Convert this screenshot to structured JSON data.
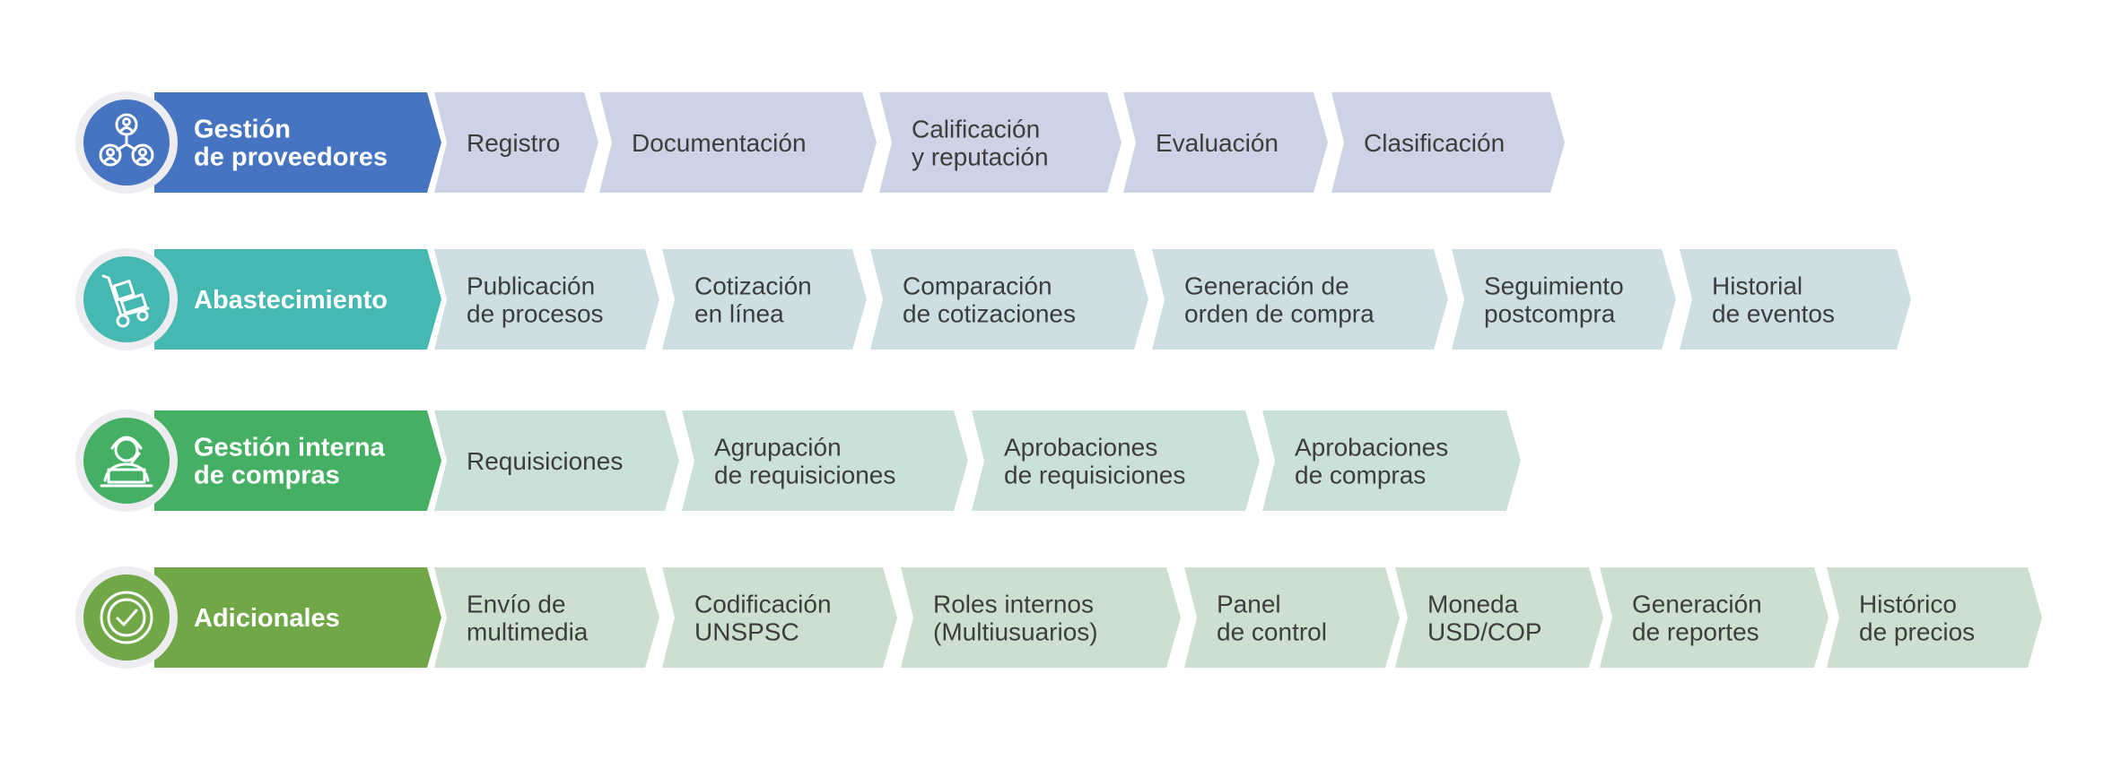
{
  "rows": [
    {
      "title": [
        "Gestión",
        "de proveedores"
      ],
      "icon": "network-users-icon",
      "colors": {
        "main": "#4674c1",
        "circle": "#4674c1",
        "step": "#cdd2e5"
      },
      "steps": [
        [
          "Registro"
        ],
        [
          "Documentación"
        ],
        [
          "Calificación",
          "y reputación"
        ],
        [
          "Evaluación"
        ],
        [
          "Clasificación"
        ]
      ]
    },
    {
      "title": [
        "Abastecimiento"
      ],
      "icon": "hand-truck-icon",
      "colors": {
        "main": "#45b8b1",
        "circle": "#45b8b1",
        "step": "#cddfe2"
      },
      "steps": [
        [
          "Publicación",
          "de procesos"
        ],
        [
          "Cotización",
          "en línea"
        ],
        [
          "Comparación",
          "de cotizaciones"
        ],
        [
          "Generación de",
          "orden de compra"
        ],
        [
          "Seguimiento",
          "postcompra"
        ],
        [
          "Historial",
          "de eventos"
        ]
      ]
    },
    {
      "title": [
        "Gestión interna",
        "de compras"
      ],
      "icon": "agent-laptop-icon",
      "colors": {
        "main": "#45b064",
        "circle": "#45b064",
        "step": "#cbe0da"
      },
      "steps": [
        [
          "Requisiciones"
        ],
        [
          "Agrupación",
          "de requisiciones"
        ],
        [
          "Aprobaciones",
          "de requisiciones"
        ],
        [
          "Aprobaciones",
          "de compras"
        ]
      ]
    },
    {
      "title": [
        "Adicionales"
      ],
      "icon": "check-badge-icon",
      "colors": {
        "main": "#71a847",
        "circle": "#71a847",
        "step": "#cde0cf"
      },
      "steps": [
        [
          "Envío de",
          "multimedia"
        ],
        [
          "Codificación",
          "UNSPSC"
        ],
        [
          "Roles internos",
          "(Multiusuarios)"
        ],
        [
          "Panel",
          "de control"
        ],
        [
          "Moneda",
          "USD/COP"
        ],
        [
          "Generación",
          "de reportes"
        ],
        [
          "Histórico",
          "de precios"
        ]
      ]
    }
  ]
}
